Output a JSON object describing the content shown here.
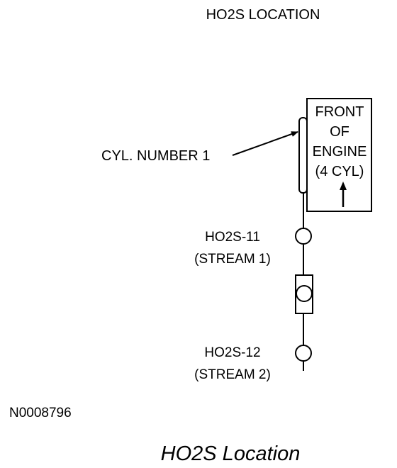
{
  "header": {
    "title": "HO2S LOCATION"
  },
  "engine_box": {
    "lines": [
      "FRONT",
      "OF",
      "ENGINE",
      "(4 CYL)"
    ]
  },
  "labels": {
    "cylinder": "CYL. NUMBER 1",
    "sensor_1_name": "HO2S-11",
    "sensor_1_stream": "(STREAM 1)",
    "sensor_2_name": "HO2S-12",
    "sensor_2_stream": "(STREAM 2)"
  },
  "figure_code": "N0008796",
  "caption": "HO2S Location",
  "colors": {
    "ink": "#000000",
    "background": "#ffffff"
  }
}
